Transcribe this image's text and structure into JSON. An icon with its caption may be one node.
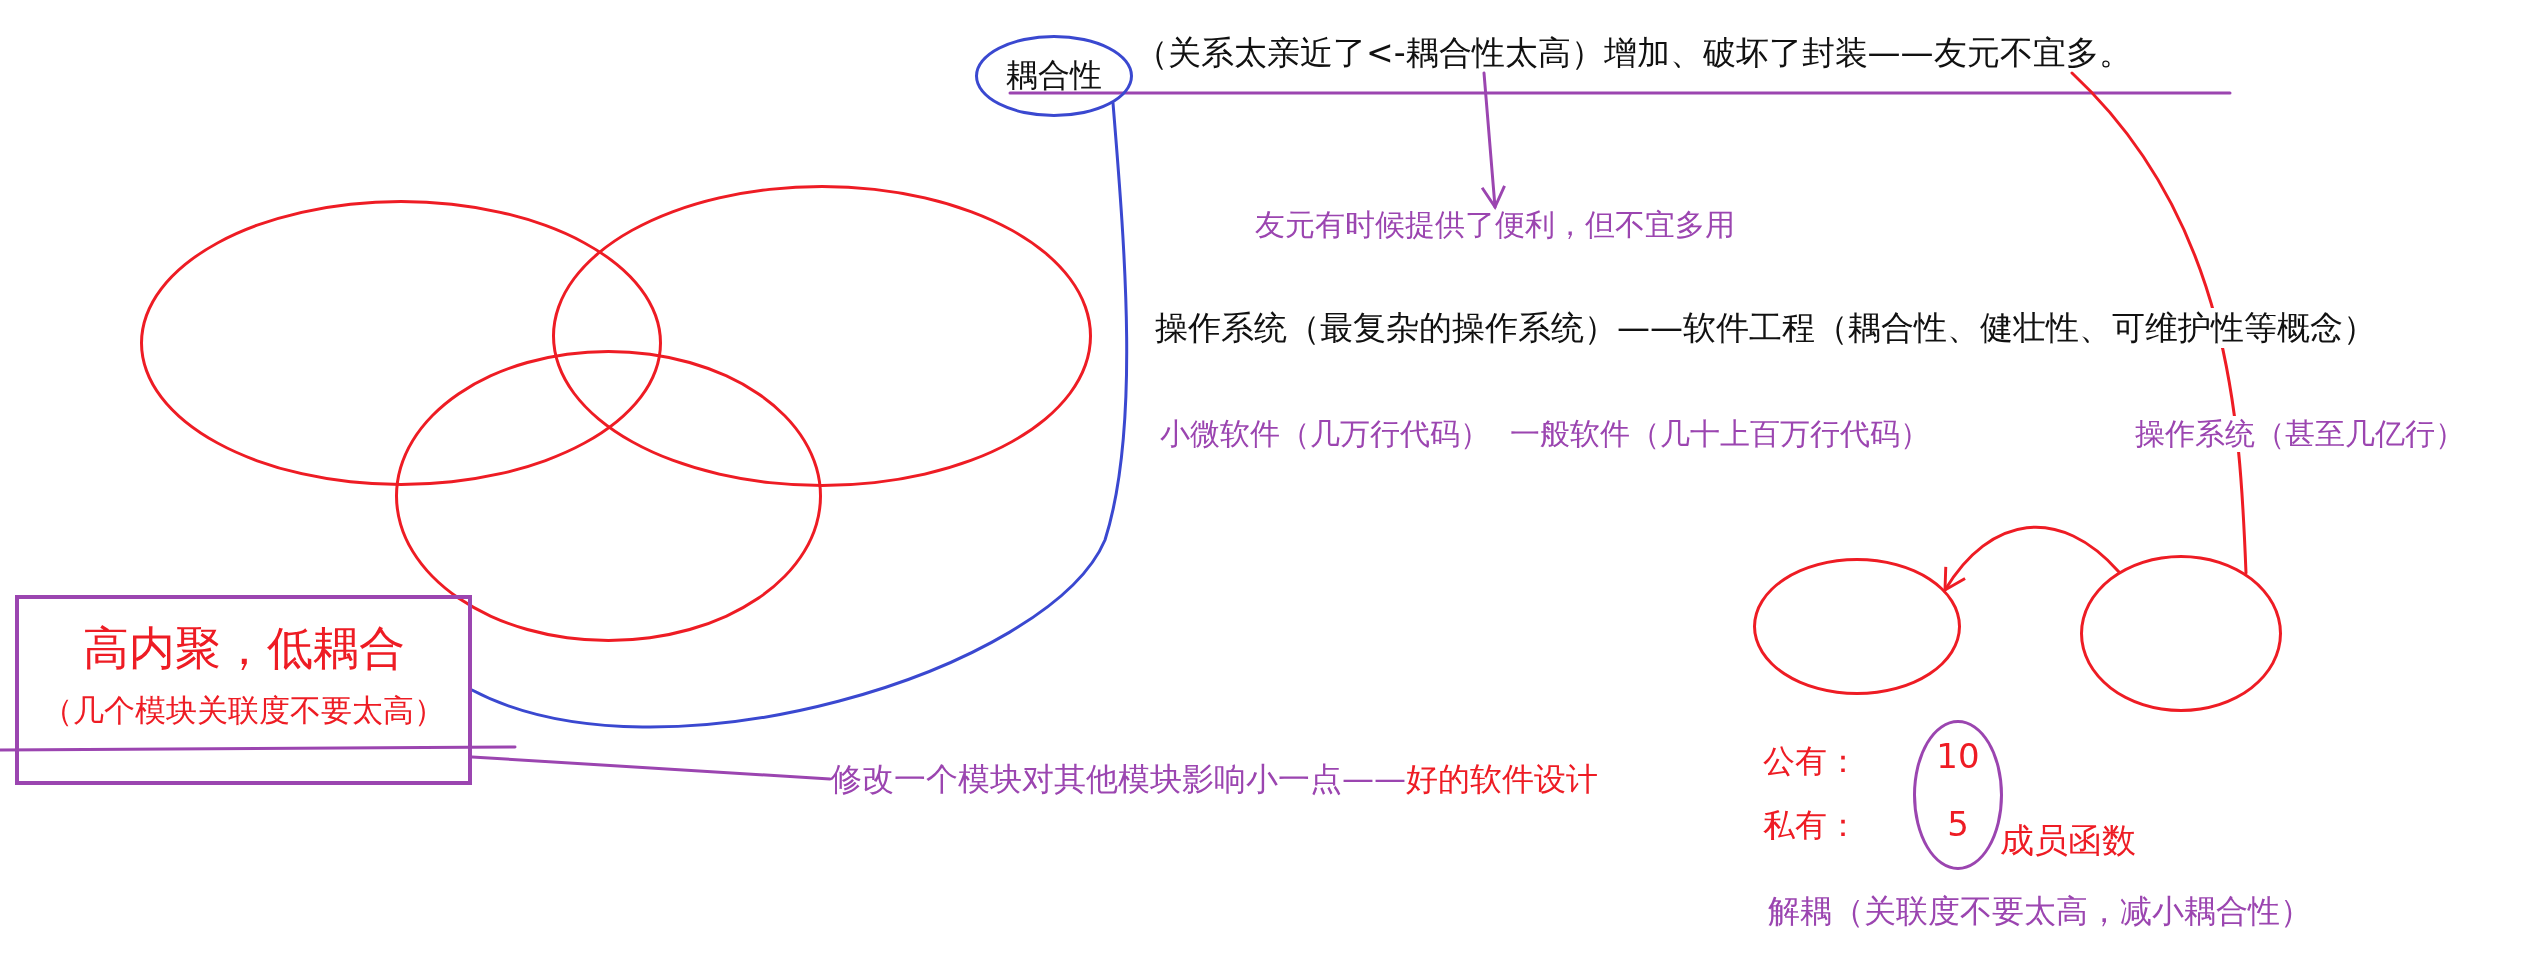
{
  "diagram": {
    "nodes": [
      {
        "text": [
          "耦合性"
        ]
      },
      {
        "text": [
          "（关系太亲近了<-耦合性太高）增加、破坏了封装——友元不宜多。"
        ]
      },
      {
        "text": [
          "友元有时候提供了便利，但不宜多用"
        ]
      },
      {
        "text": [],
        "shape": "ellipse"
      },
      {
        "text": [],
        "shape": "ellipse"
      },
      {
        "text": [],
        "shape": "ellipse"
      },
      {
        "text": [
          "高内聚，低耦合",
          "（几个模块关联度不要太高）"
        ]
      },
      {
        "text": [
          "修改一个模块对其他模块影响小一点——",
          "好的软件设计"
        ]
      },
      {
        "text": [],
        "shape": "ellipse"
      },
      {
        "text": [],
        "shape": "ellipse"
      },
      {
        "text": [
          "10",
          "5"
        ],
        "beside": [
          "成员函数"
        ]
      }
    ],
    "edges": [
      {
        "from": 0,
        "to": 6,
        "arrow": "none",
        "color": "#3a48d0"
      },
      {
        "from": 1,
        "to": 2,
        "arrow": "to",
        "color": "#9b45b0"
      },
      {
        "from": 1,
        "to": 9,
        "arrow": "none",
        "color": "#ee1c24"
      },
      {
        "from": 9,
        "to": 8,
        "arrow": "to",
        "color": "#ee1c24"
      },
      {
        "from": 7,
        "to": 6,
        "arrow": "none",
        "color": "#9b45b0"
      }
    ],
    "labels": [
      "操作系统（最复杂的操作系统）——软件工程（耦合性、健壮性、可维护性等概念）",
      "小微软件（几万行代码）",
      "一般软件（几十上百万行代码）",
      "操作系统（甚至几亿行）",
      "公有：",
      "私有：",
      "解耦（关联度不要太高，减小耦合性）"
    ]
  }
}
